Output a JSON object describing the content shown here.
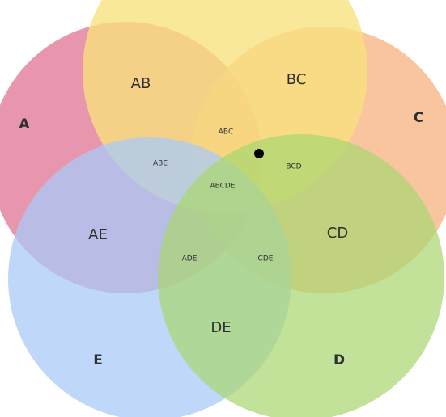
{
  "sets": [
    {
      "id": "A",
      "label": "A",
      "color": "#e27a9a"
    },
    {
      "id": "B",
      "label": "",
      "color": "#f9e27e"
    },
    {
      "id": "C",
      "label": "C",
      "color": "#f7b27f"
    },
    {
      "id": "D",
      "label": "D",
      "color": "#a9d770"
    },
    {
      "id": "E",
      "label": "E",
      "color": "#a9c9f7"
    }
  ],
  "regions": {
    "AB": "AB",
    "BC": "BC",
    "AE": "AE",
    "CD": "CD",
    "DE": "DE",
    "ABC": "ABC",
    "ABE": "ABE",
    "BCD": "BCD",
    "ADE": "ADE",
    "CDE": "CDE",
    "ABCDE": "ABCDE"
  },
  "marker": {
    "type": "dot",
    "color": "#000000"
  }
}
